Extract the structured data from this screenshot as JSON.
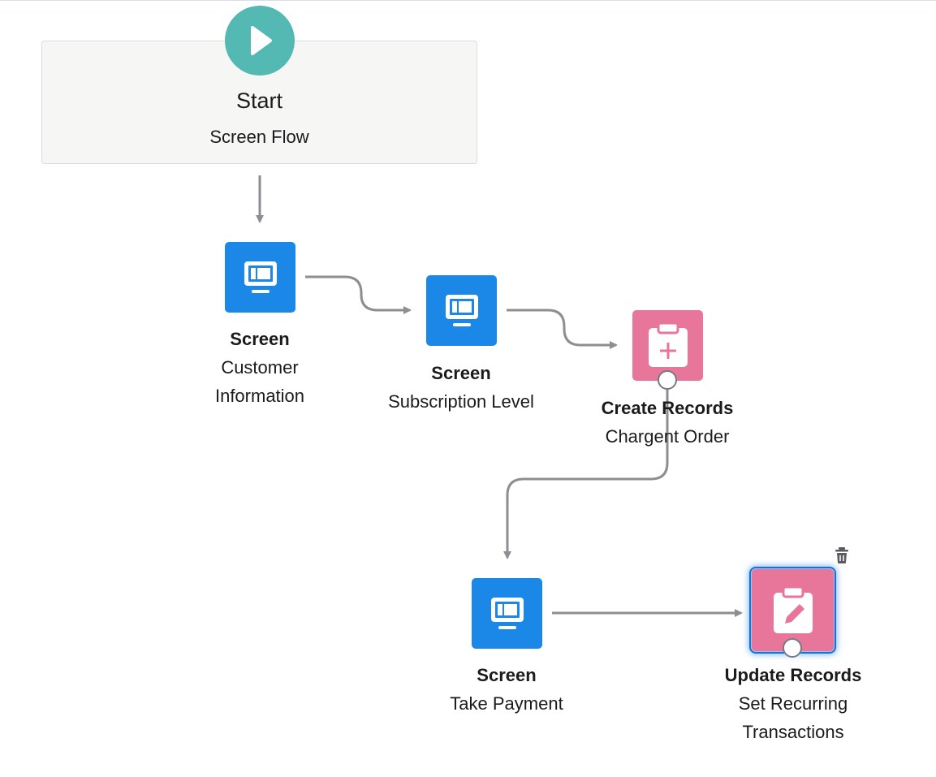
{
  "start": {
    "title": "Start",
    "subtitle": "Screen Flow",
    "icon": "play-icon",
    "color": "#54b9b3"
  },
  "nodes": [
    {
      "type": "Screen",
      "name_lines": [
        "Customer",
        "Information"
      ],
      "icon": "screen-icon",
      "color": "#1b88e8"
    },
    {
      "type": "Screen",
      "name_lines": [
        "Subscription Level"
      ],
      "icon": "screen-icon",
      "color": "#1b88e8"
    },
    {
      "type": "Create Records",
      "name_lines": [
        "Chargent Order"
      ],
      "icon": "clipboard-plus-icon",
      "color": "#e8769a"
    },
    {
      "type": "Screen",
      "name_lines": [
        "Take Payment"
      ],
      "icon": "screen-icon",
      "color": "#1b88e8"
    },
    {
      "type": "Update Records",
      "name_lines": [
        "Set Recurring",
        "Transactions"
      ],
      "icon": "clipboard-edit-icon",
      "color": "#e8769a",
      "selected": true
    }
  ],
  "toolbar": {
    "delete_icon": "trash-icon"
  },
  "colors": {
    "connector": "#8c8e93",
    "selection": "#1b6fd8"
  }
}
